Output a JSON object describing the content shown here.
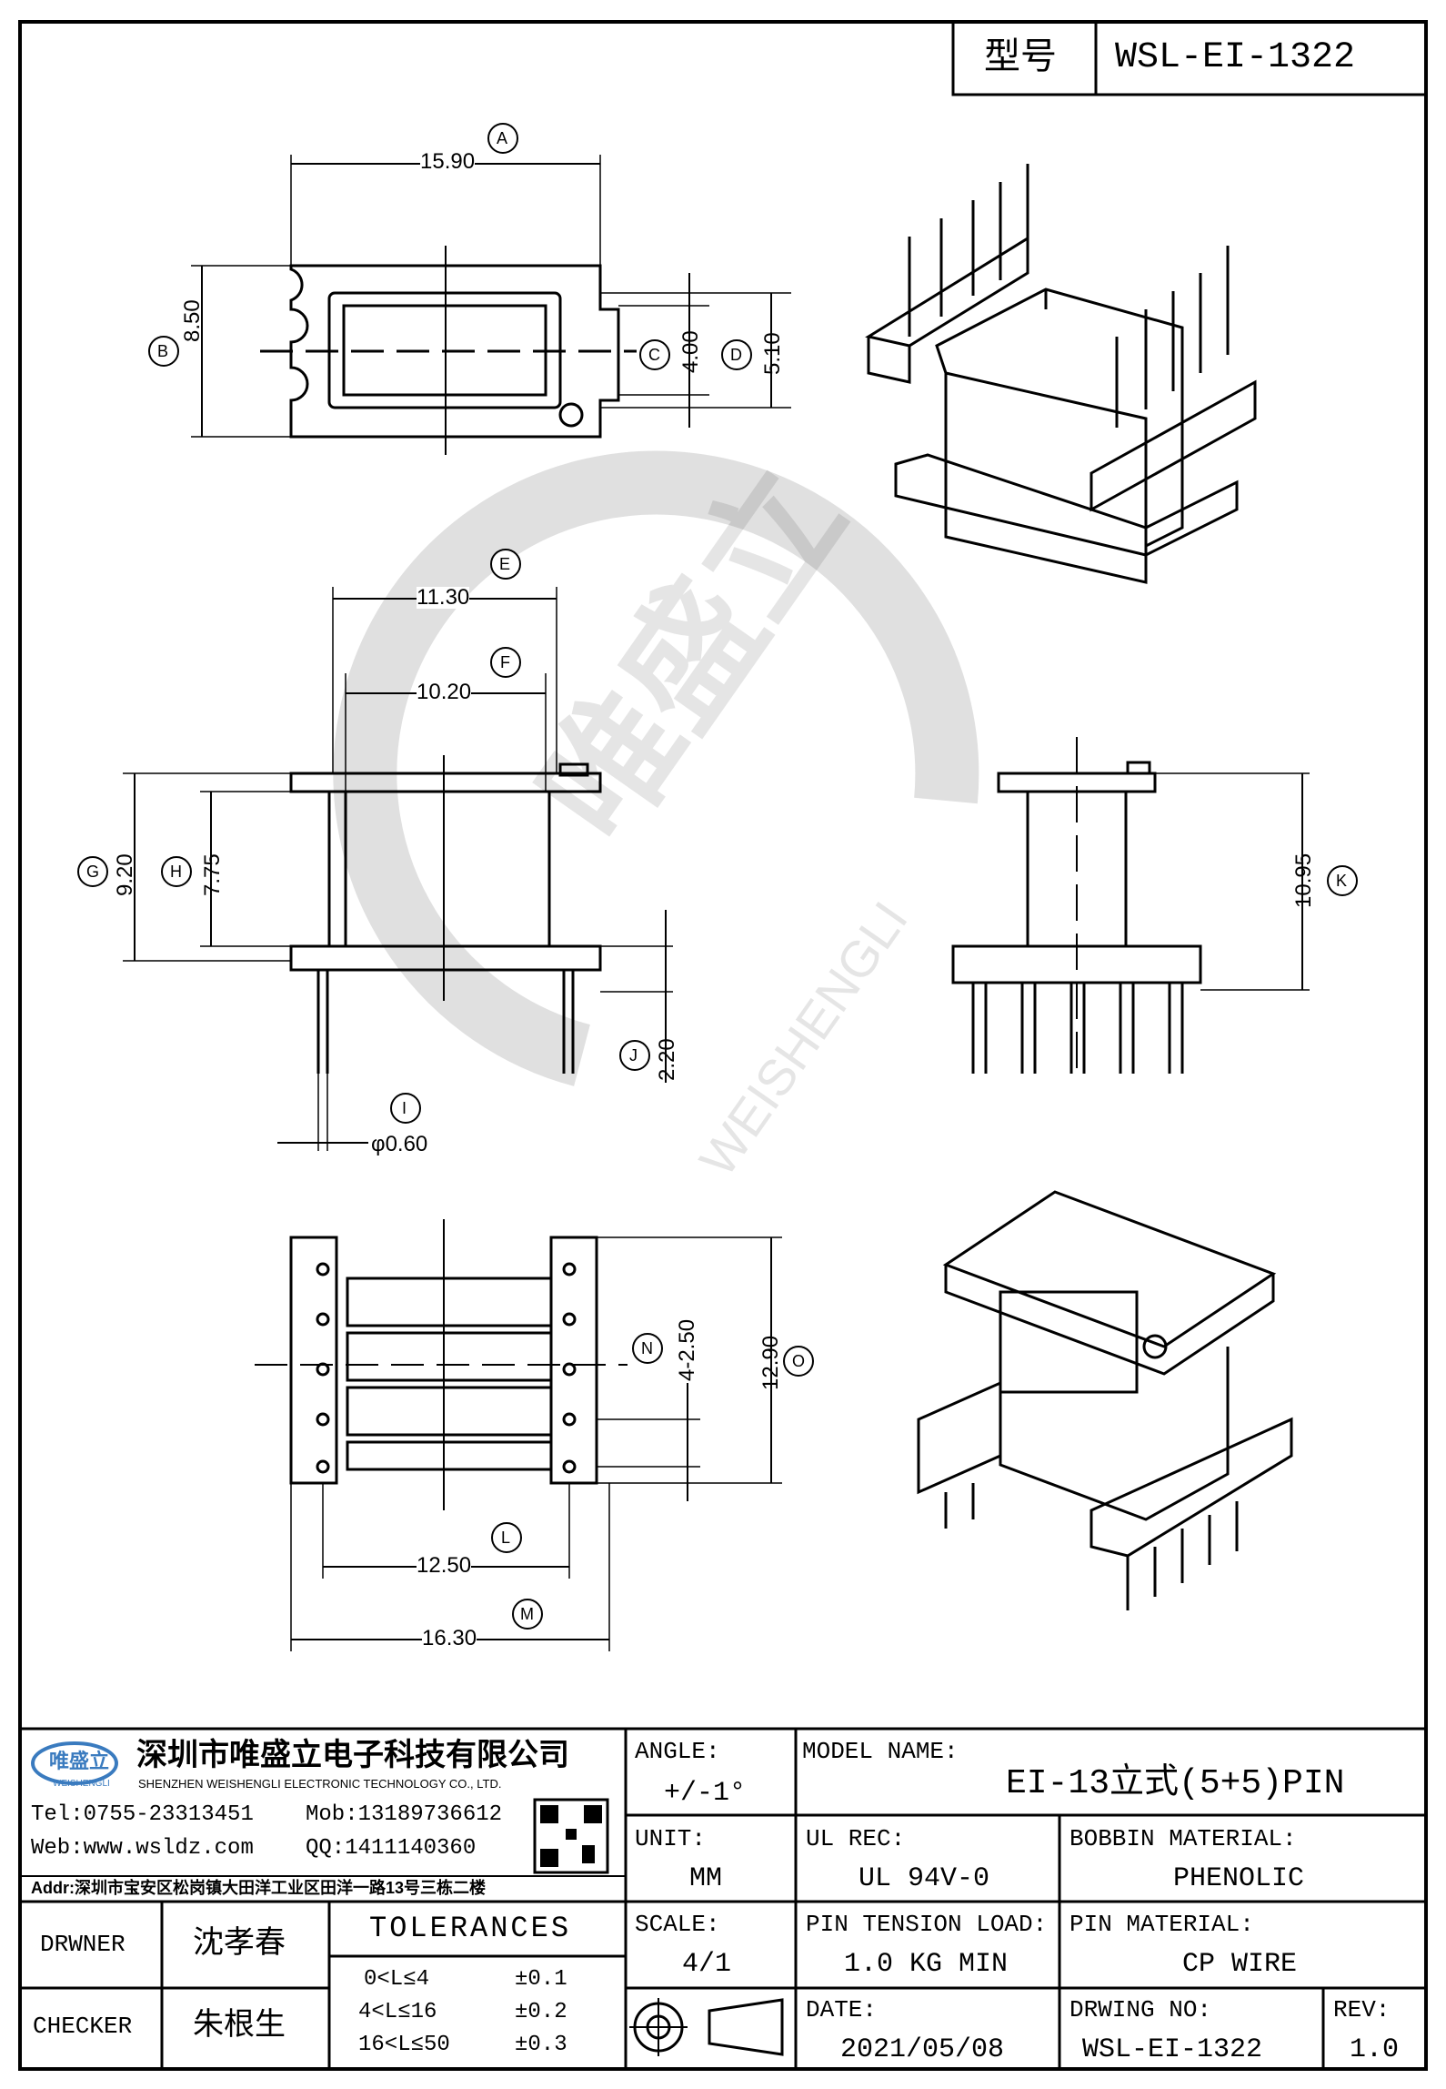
{
  "title_block": {
    "model_label": "型号",
    "model_value": "WSL-EI-1322"
  },
  "dimensions": {
    "A": {
      "tag": "A",
      "value": "15.90"
    },
    "B": {
      "tag": "B",
      "value": "8.50"
    },
    "C": {
      "tag": "C",
      "value": "4.00"
    },
    "D": {
      "tag": "D",
      "value": "5.10"
    },
    "E": {
      "tag": "E",
      "value": "11.30"
    },
    "F": {
      "tag": "F",
      "value": "10.20"
    },
    "G": {
      "tag": "G",
      "value": "9.20"
    },
    "H": {
      "tag": "H",
      "value": "7.75"
    },
    "I": {
      "tag": "I",
      "value": "φ0.60"
    },
    "J": {
      "tag": "J",
      "value": "2.20"
    },
    "K": {
      "tag": "K",
      "value": "10.95"
    },
    "L": {
      "tag": "L",
      "value": "12.50"
    },
    "M": {
      "tag": "M",
      "value": "16.30"
    },
    "N": {
      "tag": "N",
      "value": "4-2.50"
    },
    "O": {
      "tag": "O",
      "value": "12.90"
    }
  },
  "watermark": {
    "brand_cn": "唯盛立",
    "brand_en": "WEISHENGLI"
  },
  "company": {
    "logo_text": "唯盛立",
    "logo_sub": "WEISHENGLI",
    "name_cn": "深圳市唯盛立电子科技有限公司",
    "name_en": "SHENZHEN WEISHENGLI ELECTRONIC TECHNOLOGY CO., LTD.",
    "tel": "Tel:0755-23313451",
    "mob": "Mob:13189736612",
    "web": "Web:www.wsldz.com",
    "qq": "QQ:1411140360",
    "addr": "Addr:深圳市宝安区松岗镇大田洋工业区田洋一路13号三栋二楼"
  },
  "fields": {
    "angle_label": "ANGLE:",
    "angle_value": "+/-1°",
    "model_name_label": "MODEL NAME:",
    "model_name_value": "EI-13立式(5+5)PIN",
    "unit_label": "UNIT:",
    "unit_value": "MM",
    "ul_label": "UL REC:",
    "ul_value": "UL 94V-0",
    "bobbin_label": "BOBBIN MATERIAL:",
    "bobbin_value": "PHENOLIC",
    "scale_label": "SCALE:",
    "scale_value": "4/1",
    "pin_tension_label": "PIN TENSION LOAD:",
    "pin_tension_value": "1.0 KG MIN",
    "pin_material_label": "PIN MATERIAL:",
    "pin_material_value": "CP WIRE",
    "date_label": "DATE:",
    "date_value": "2021/05/08",
    "drawing_no_label": "DRWING NO:",
    "drawing_no_value": "WSL-EI-1322",
    "rev_label": "REV:",
    "rev_value": "1.0"
  },
  "people": {
    "drawer_label": "DRWNER",
    "drawer_name": "沈孝春",
    "checker_label": "CHECKER",
    "checker_name": "朱根生"
  },
  "tolerances": {
    "title": "TOLERANCES",
    "rows": [
      {
        "range": "0<L≤4",
        "tol": "±0.1"
      },
      {
        "range": "4<L≤16",
        "tol": "±0.2"
      },
      {
        "range": "16<L≤50",
        "tol": "±0.3"
      }
    ]
  }
}
